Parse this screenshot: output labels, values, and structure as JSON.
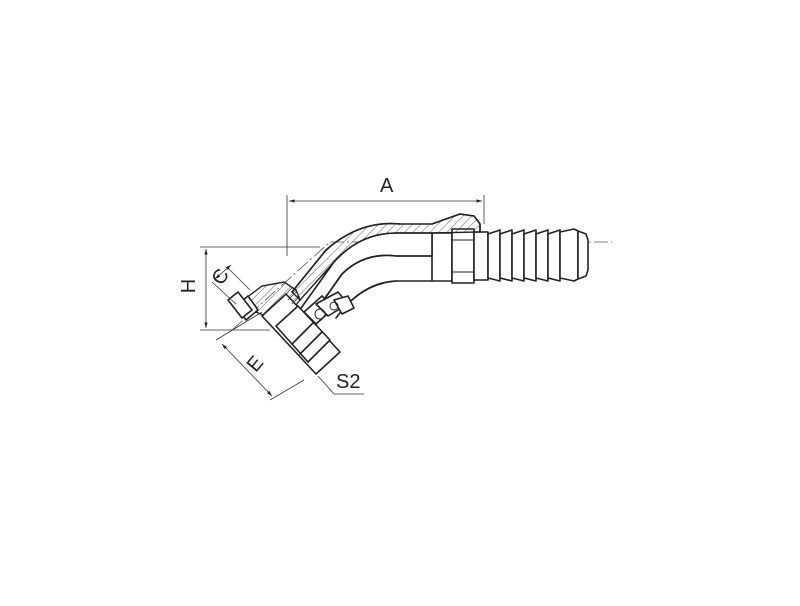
{
  "labels": {
    "a": "A",
    "h": "H",
    "c": "C",
    "e": "E",
    "s2": "S2"
  }
}
